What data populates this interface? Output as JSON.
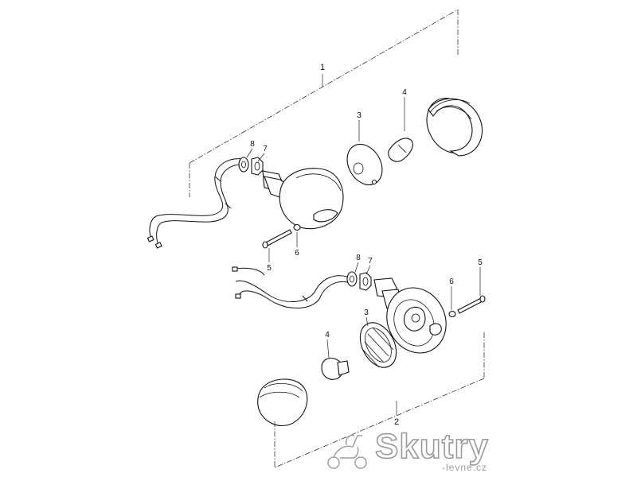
{
  "diagram": {
    "assemblies": [
      {
        "id": "front",
        "label": "1"
      },
      {
        "id": "rear",
        "label": "2"
      }
    ],
    "callouts_top": [
      {
        "label": "8",
        "part": "washer"
      },
      {
        "label": "7",
        "part": "nut"
      },
      {
        "label": "3",
        "part": "reflector"
      },
      {
        "label": "4",
        "part": "bulb"
      },
      {
        "label": "5",
        "part": "screw"
      },
      {
        "label": "6",
        "part": "washer"
      }
    ],
    "callouts_bottom": [
      {
        "label": "8",
        "part": "washer"
      },
      {
        "label": "7",
        "part": "nut"
      },
      {
        "label": "5",
        "part": "screw"
      },
      {
        "label": "6",
        "part": "washer"
      },
      {
        "label": "3",
        "part": "reflector"
      },
      {
        "label": "4",
        "part": "bulb"
      }
    ]
  },
  "watermark": {
    "brand": "Skutry",
    "domain": "-levne.cz"
  },
  "colors": {
    "line": "#111111",
    "watermark": "#9a9a9a"
  }
}
